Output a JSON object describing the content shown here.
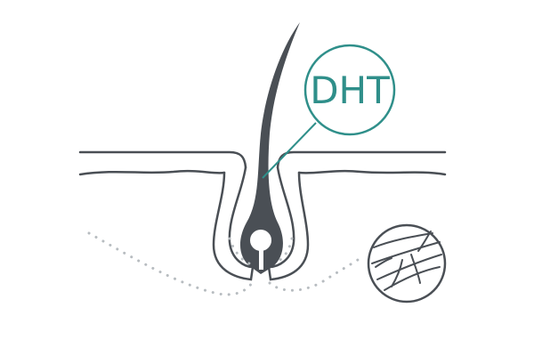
{
  "diagram": {
    "callout_label": "DHT",
    "colors": {
      "accent": "#2f8f8a",
      "hair": "#4a4f55",
      "outline": "#4a4f55",
      "dots": "#b7bcc0",
      "background": "#ffffff"
    },
    "icons": {
      "hair_shaft": "hair-shaft",
      "follicle": "hair-follicle",
      "callout": "dht-callout-circle",
      "vessel": "blood-vessel-magnifier"
    }
  }
}
